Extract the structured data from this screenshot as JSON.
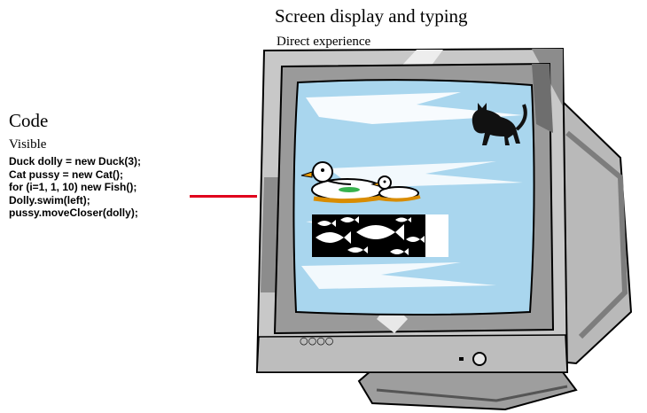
{
  "screen_section": {
    "title": "Screen display and typing",
    "subtitle": "Direct experience"
  },
  "code_section": {
    "title": "Code",
    "subtitle": "Visible",
    "lines": [
      "Duck dolly = new Duck(3);",
      "Cat pussy = new Cat();",
      "for (i=1, 1, 10) new Fish();",
      "Dolly.swim(left);",
      "pussy.moveCloser(dolly);"
    ]
  },
  "monitor_panel": {
    "buttons_label": "○○○○"
  },
  "colors": {
    "connector": "#e0001c",
    "screen_bg": "#a9d6ee",
    "screen_streak": "#ffffff",
    "bezel": "#9a9a9a",
    "casing": "#c8c8c8",
    "casing_dark": "#7d7d7d"
  },
  "icons": [
    "cat-icon",
    "duck-icon",
    "duckling-icon",
    "fish-icon",
    "power-button-icon"
  ]
}
